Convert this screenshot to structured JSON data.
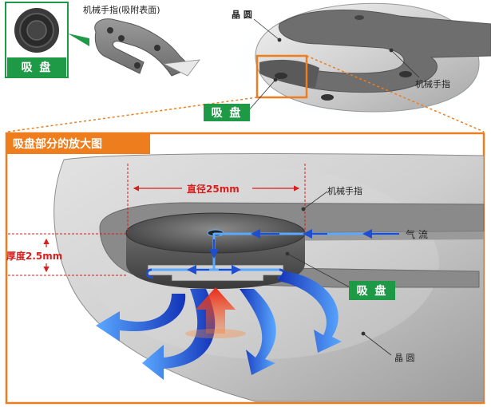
{
  "top": {
    "suction_pad_label": "吸 盘",
    "finger_label": "机械手指(吸附表面)",
    "wafer_label": "晶 圆",
    "robot_finger_label": "机械手指",
    "suction_tag": "吸 盘"
  },
  "detail": {
    "title": "吸盘部分的放大图",
    "diameter_label": "直径25mm",
    "thickness_label": "厚度2.5mm",
    "finger_label": "机械手指",
    "airflow_label": "气 流",
    "suction_tag": "吸 盘",
    "wafer_label": "晶 圆"
  },
  "colors": {
    "green": "#1e9a46",
    "orange": "#ee7d1e",
    "red": "#d6201e",
    "blue": "#1f4fd0"
  }
}
